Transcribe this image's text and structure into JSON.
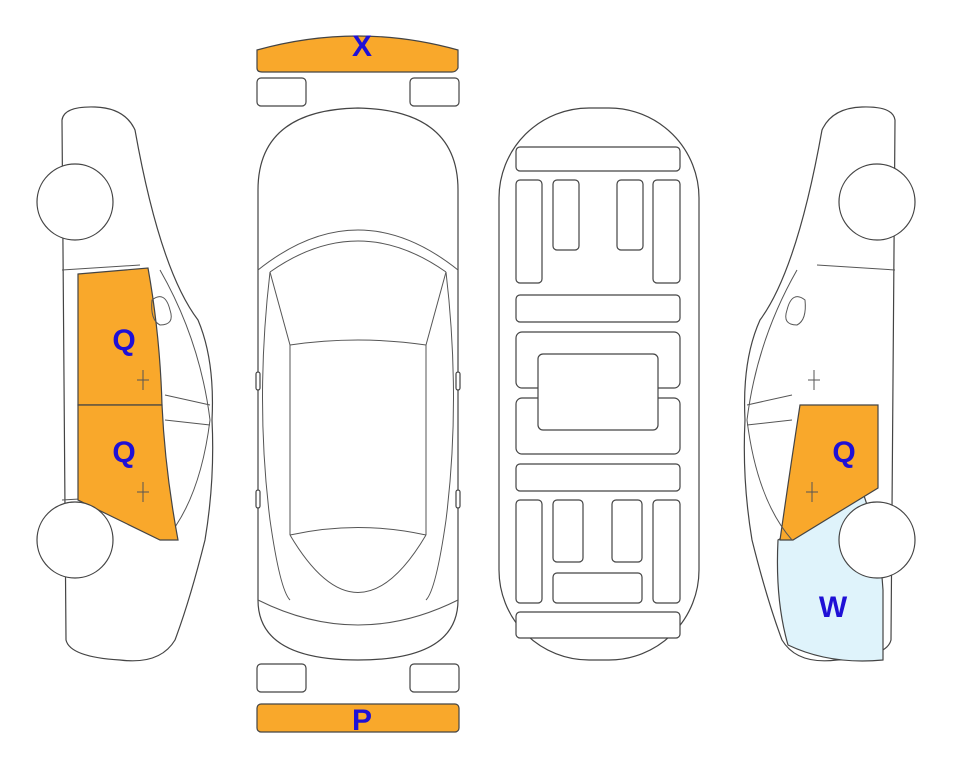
{
  "colors": {
    "damage_orange": "#f9a82b",
    "damage_light_blue": "#dff3fb",
    "label_blue": "#1f10d6",
    "outline": "#444444"
  },
  "labels": {
    "front_bumper": "X",
    "rear_bumper": "P",
    "left_front_door": "Q",
    "left_rear_door": "Q",
    "right_rear_door": "Q",
    "right_rear_quarter": "W"
  }
}
